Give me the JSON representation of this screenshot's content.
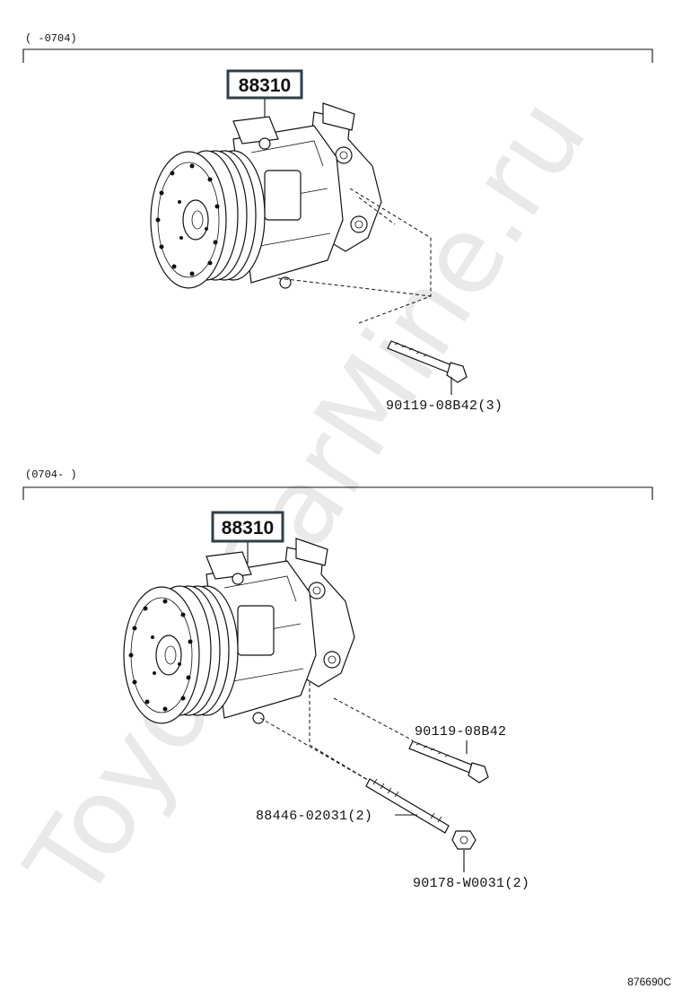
{
  "watermark": "ToyotaCarMine.ru",
  "figure_id": "876690C",
  "sections": [
    {
      "range": "(      -0704)",
      "part_number": "88310",
      "callouts": [
        {
          "label": "90119-08B42(3)"
        }
      ]
    },
    {
      "range": "(0704-      )",
      "part_number": "88310",
      "callouts": [
        {
          "label": "90119-08B42"
        },
        {
          "label": "88446-02031(2)"
        },
        {
          "label": "90178-W0031(2)"
        }
      ]
    }
  ]
}
